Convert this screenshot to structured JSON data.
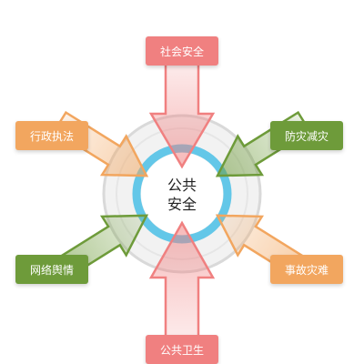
{
  "center": {
    "line1": "公共",
    "line2": "安全"
  },
  "labels": {
    "top": {
      "text": "社会安全",
      "color": "#f08080"
    },
    "left_upper": {
      "text": "行政执法",
      "color": "#f2a65f"
    },
    "right_upper": {
      "text": "防灾减灾",
      "color": "#6e9b3a"
    },
    "left_lower": {
      "text": "网络舆情",
      "color": "#6e9b3a"
    },
    "right_lower": {
      "text": "事故灾难",
      "color": "#f2a65f"
    },
    "bottom": {
      "text": "公共卫生",
      "color": "#f08080"
    }
  },
  "colors": {
    "ring_outer": "#d9d9d9",
    "ring_inner": "#63c7e8",
    "red": "#f08080",
    "orange": "#f2a65f",
    "green": "#6e9b3a"
  }
}
